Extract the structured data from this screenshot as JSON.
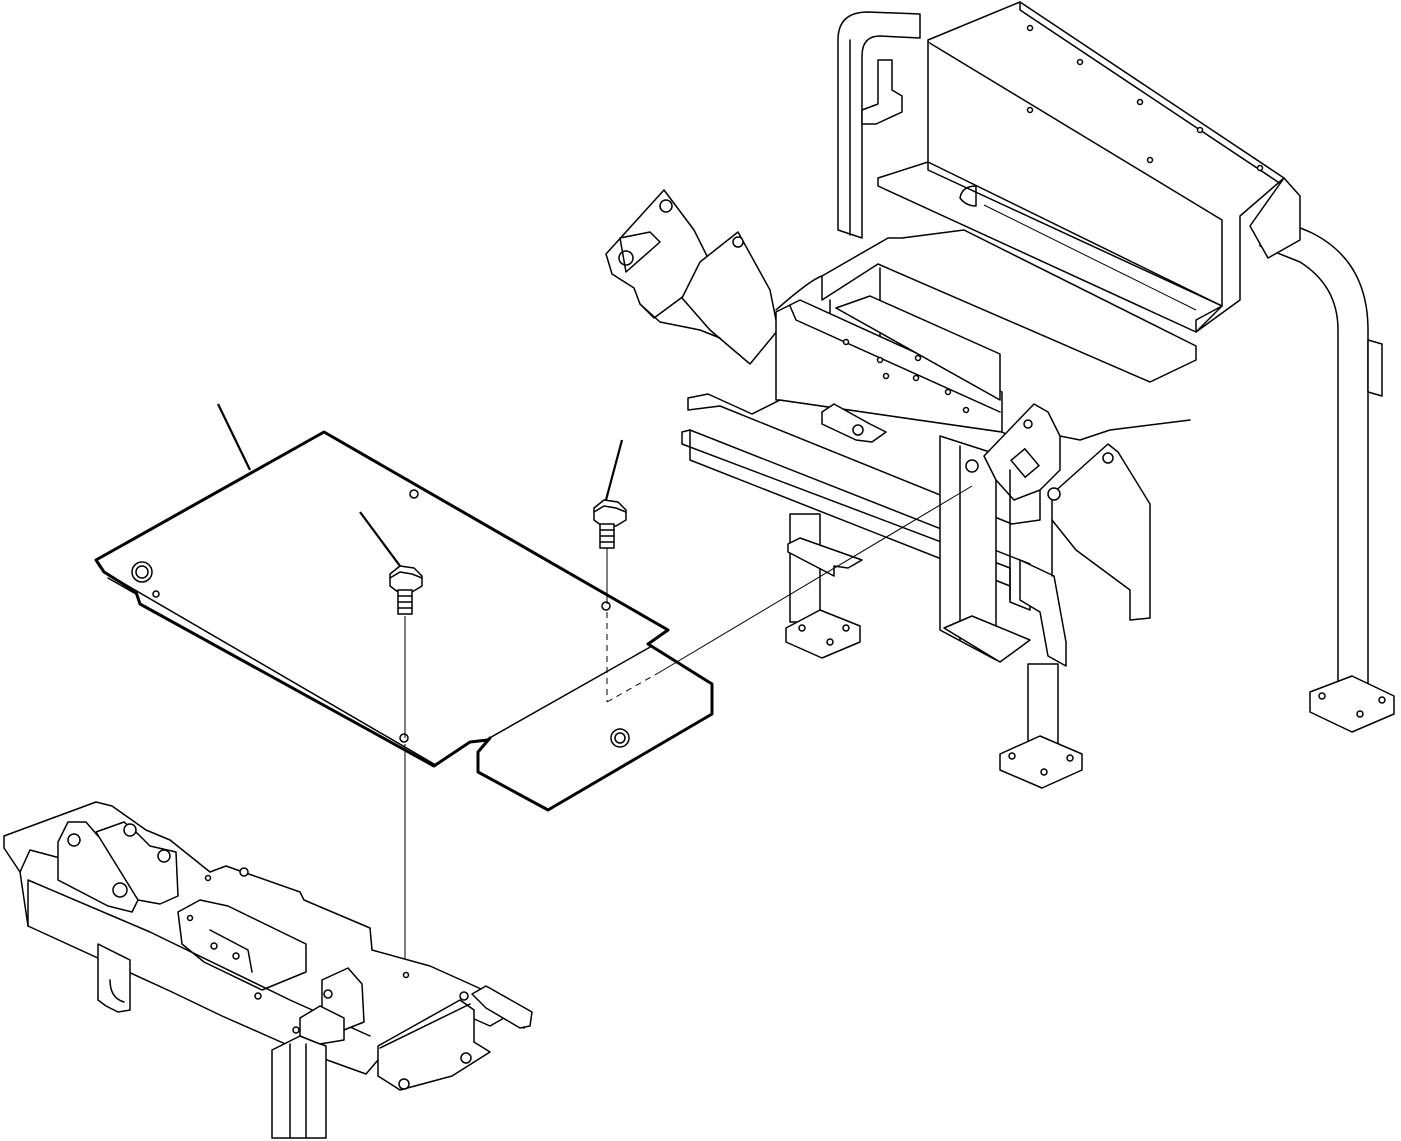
{
  "diagram": {
    "line_color": "#000000",
    "background": "#ffffff",
    "parts": [
      {
        "id": "seat-stand-frame",
        "icon": "rollover-frame-icon"
      },
      {
        "id": "floor-plate",
        "icon": "plate-icon"
      },
      {
        "id": "bolt",
        "icon": "bolt-icon"
      },
      {
        "id": "bolt",
        "icon": "bolt-icon"
      },
      {
        "id": "lower-frame-bracket",
        "icon": "bracket-icon"
      }
    ]
  }
}
